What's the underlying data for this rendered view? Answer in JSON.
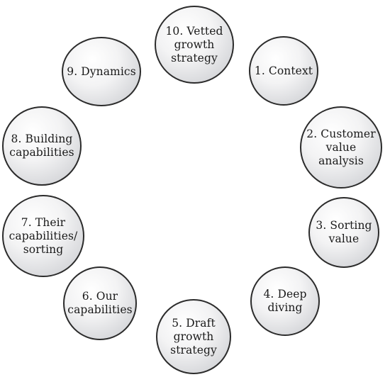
{
  "diagram": {
    "nodes": [
      {
        "label": "1. Context"
      },
      {
        "label": "2. Customer\nvalue\nanalysis"
      },
      {
        "label": "3. Sorting\nvalue"
      },
      {
        "label": "4. Deep\ndiving"
      },
      {
        "label": "5. Draft\ngrowth\nstrategy"
      },
      {
        "label": "6. Our\ncapabilities"
      },
      {
        "label": "7. Their\ncapabilities/\nsorting"
      },
      {
        "label": "8. Building\ncapabilities"
      },
      {
        "label": "9. Dynamics"
      },
      {
        "label": "10. Vetted\ngrowth\nstrategy"
      }
    ]
  },
  "colors": {
    "outline": "#2b2b2b",
    "fill_light": "#ffffff",
    "fill_dark": "#c7c8cc",
    "text": "#1a1a1a"
  }
}
